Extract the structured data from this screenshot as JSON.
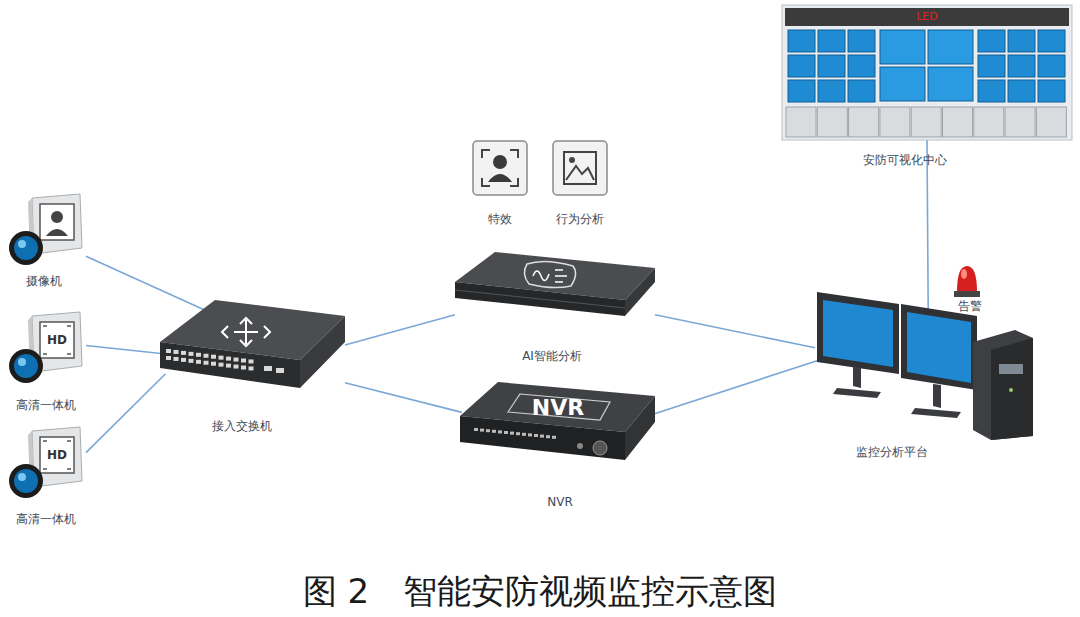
{
  "diagram": {
    "caption": "图 2　智能安防视频监控示意图",
    "nodes": [
      {
        "text": [
          "LED",
          "安防可视化中心"
        ]
      },
      {
        "text": [
          "特效"
        ]
      },
      {
        "text": [
          "行为分析"
        ]
      },
      {
        "text": [
          "摄像机"
        ]
      },
      {
        "text": [
          "告警"
        ]
      },
      {
        "text": [
          "AI智能分析"
        ]
      },
      {
        "text": [
          "接入交换机"
        ]
      },
      {
        "text": [
          "HD",
          "高清一体机"
        ]
      },
      {
        "text": [
          "监控分析平台"
        ]
      },
      {
        "text": [
          "NVR",
          "NVR"
        ]
      },
      {
        "text": [
          "HD",
          "高清一体机"
        ]
      }
    ],
    "edges": [
      {
        "from": 3,
        "to": 6,
        "arrow": "none"
      },
      {
        "from": 7,
        "to": 6,
        "arrow": "none"
      },
      {
        "from": 10,
        "to": 6,
        "arrow": "none"
      },
      {
        "from": 6,
        "to": 5,
        "arrow": "none"
      },
      {
        "from": 6,
        "to": 9,
        "arrow": "none"
      },
      {
        "from": 5,
        "to": 8,
        "arrow": "none"
      },
      {
        "from": 9,
        "to": 8,
        "arrow": "none"
      },
      {
        "from": 8,
        "to": 0,
        "arrow": "none"
      }
    ]
  }
}
